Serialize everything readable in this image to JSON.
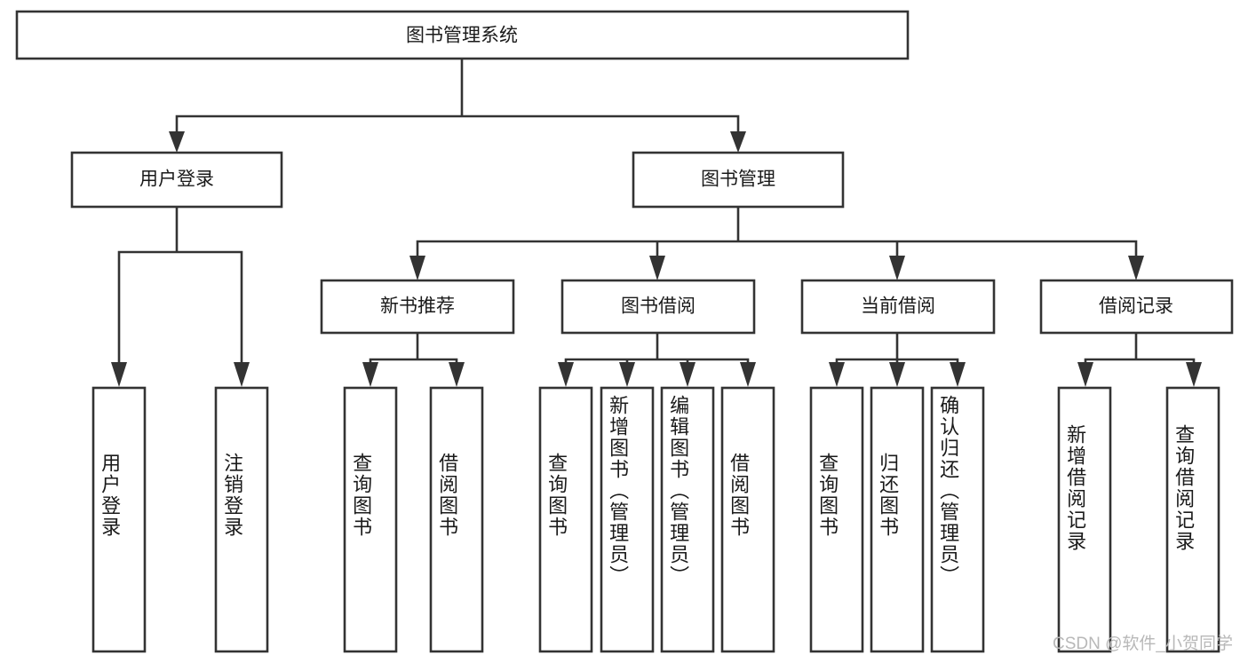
{
  "diagram": {
    "title": "图书管理系统",
    "watermark": "CSDN @软件_小贺同学",
    "type": "tree",
    "root": {
      "id": "root",
      "label": "图书管理系统"
    },
    "level2": [
      {
        "id": "user-login",
        "label": "用户登录"
      },
      {
        "id": "book-management",
        "label": "图书管理"
      }
    ],
    "level3": [
      {
        "id": "new-book-recommend",
        "label": "新书推荐",
        "parent": "book-management"
      },
      {
        "id": "book-borrow",
        "label": "图书借阅",
        "parent": "book-management"
      },
      {
        "id": "current-borrow",
        "label": "当前借阅",
        "parent": "book-management"
      },
      {
        "id": "borrow-record",
        "label": "借阅记录",
        "parent": "book-management"
      }
    ],
    "leaves": [
      {
        "id": "leaf-user-login",
        "label": "用户登录",
        "parent": "user-login"
      },
      {
        "id": "leaf-logout-login",
        "label": "注销登录",
        "parent": "user-login"
      },
      {
        "id": "leaf-query-book-1",
        "label": "查询图书",
        "parent": "new-book-recommend"
      },
      {
        "id": "leaf-borrow-book-1",
        "label": "借阅图书",
        "parent": "new-book-recommend"
      },
      {
        "id": "leaf-query-book-2",
        "label": "查询图书",
        "parent": "book-borrow"
      },
      {
        "id": "leaf-add-book",
        "label": "新增图书（管理员）",
        "parent": "book-borrow"
      },
      {
        "id": "leaf-edit-book",
        "label": "编辑图书（管理员）",
        "parent": "book-borrow"
      },
      {
        "id": "leaf-borrow-book-2",
        "label": "借阅图书",
        "parent": "book-borrow"
      },
      {
        "id": "leaf-query-book-3",
        "label": "查询图书",
        "parent": "current-borrow"
      },
      {
        "id": "leaf-return-book",
        "label": "归还图书",
        "parent": "current-borrow"
      },
      {
        "id": "leaf-confirm-return",
        "label": "确认归还（管理员）",
        "parent": "current-borrow"
      },
      {
        "id": "leaf-add-borrow-record",
        "label": "新增借阅记录",
        "parent": "borrow-record"
      },
      {
        "id": "leaf-query-borrow-record",
        "label": "查询借阅记录",
        "parent": "borrow-record"
      }
    ],
    "colors": {
      "box_stroke": "#333333",
      "box_fill": "#ffffff",
      "text": "#1a1a1a",
      "background": "#ffffff",
      "watermark": "#b8b8b8"
    }
  }
}
